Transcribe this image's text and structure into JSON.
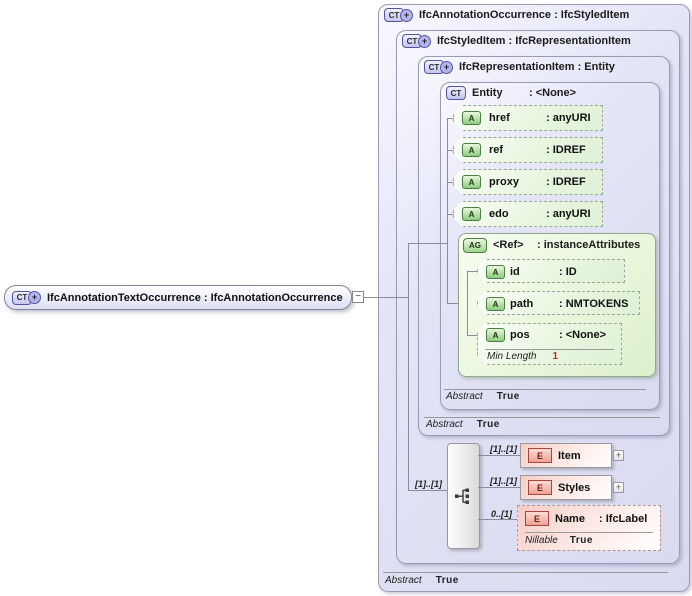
{
  "icons": {
    "ct": "CT",
    "plus": "+",
    "a": "A",
    "ag": "AG",
    "e": "E",
    "collapse": "−",
    "expand": "+"
  },
  "root_node": {
    "label": "IfcAnnotationTextOccurrence : IfcAnnotationOccurrence"
  },
  "levels": {
    "l1": {
      "title": "IfcAnnotationOccurrence : IfcStyledItem",
      "abstract_label": "Abstract",
      "abstract_value": "True"
    },
    "l2": {
      "title": "IfcStyledItem : IfcRepresentationItem"
    },
    "l3": {
      "title": "IfcRepresentationItem : Entity",
      "abstract_label": "Abstract",
      "abstract_value": "True"
    },
    "l4": {
      "name": "Entity",
      "type": ": <None>",
      "abstract_label": "Abstract",
      "abstract_value": "True"
    }
  },
  "attributes": [
    {
      "name": "href",
      "type": ": anyURI"
    },
    {
      "name": "ref",
      "type": ": IDREF"
    },
    {
      "name": "proxy",
      "type": ": IDREF"
    },
    {
      "name": "edo",
      "type": ": anyURI"
    }
  ],
  "attribute_group": {
    "name": "<Ref>",
    "type": ": instanceAttributes",
    "attributes": [
      {
        "name": "id",
        "type": ": ID"
      },
      {
        "name": "path",
        "type": ": NMTOKENS"
      },
      {
        "name": "pos",
        "type": ": <None>",
        "facet_label": "Min Length",
        "facet_value": "1"
      }
    ]
  },
  "sequence": {
    "cardinality": "[1]..[1]",
    "elements": [
      {
        "name": "Item",
        "cardinality": "[1]..[1]"
      },
      {
        "name": "Styles",
        "cardinality": "[1]..[1]"
      },
      {
        "name": "Name",
        "type": ": IfcLabel",
        "cardinality": "0..[1]",
        "nillable_label": "Nillable",
        "nillable_value": "True"
      }
    ]
  }
}
